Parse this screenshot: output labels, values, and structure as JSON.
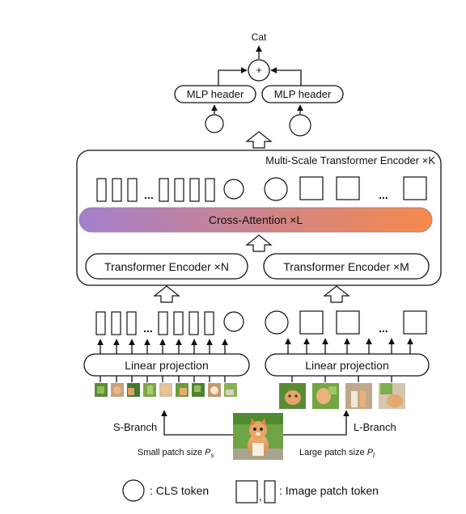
{
  "labels": {
    "output": "Cat",
    "plus": "+",
    "mlp_left": "MLP header",
    "mlp_right": "MLP header",
    "ms_encoder": "Multi-Scale Transformer Encoder ×K",
    "cross_attention": "Cross-Attention ×L",
    "enc_left": "Transformer Encoder ×N",
    "enc_right": "Transformer Encoder ×M",
    "linproj_left": "Linear projection",
    "linproj_right": "Linear projection",
    "s_branch": "S-Branch",
    "l_branch": "L-Branch",
    "small_patch_prefix": "Small patch size ",
    "small_patch_var": "P",
    "small_patch_sub": "s",
    "large_patch_prefix": "Large patch size ",
    "large_patch_var": "P",
    "large_patch_sub": "l",
    "ellipsis": "...",
    "legend_cls": ": CLS token",
    "legend_comma": ",",
    "legend_patch": ": Image patch token"
  },
  "colors": {
    "gradient_start": "#a47fce",
    "gradient_end": "#f6894a"
  }
}
